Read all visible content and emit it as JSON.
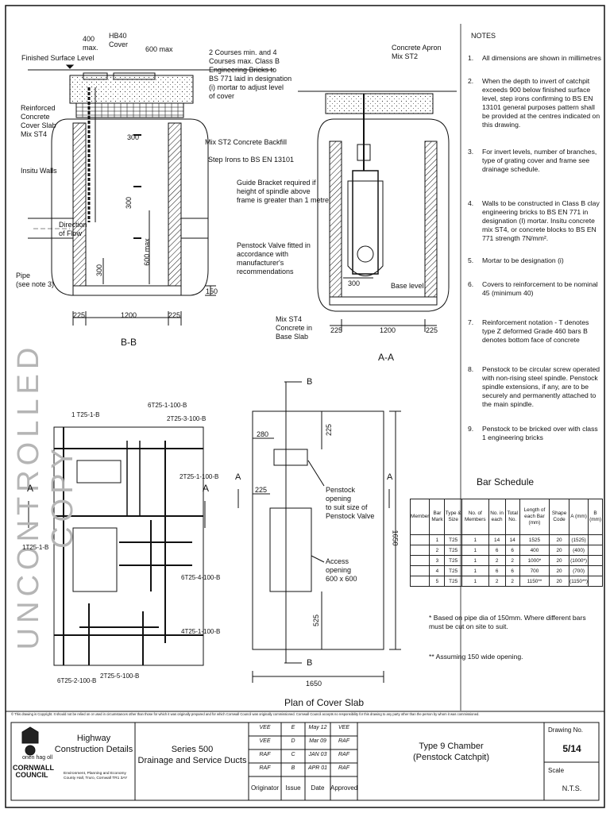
{
  "watermark": "UNCONTROLLED COPY",
  "section_bb": {
    "title": "B-B",
    "labels": {
      "finished_surface": "Finished Surface Level",
      "dim_400": "400\nmax.",
      "hb40": "HB40\nCover",
      "dim_600max_top": "600 max",
      "courses": "2 Courses min. and 4\nCourses max. Class B\nEngineering Bricks to\nBS 771 laid in designation\n(i) mortar to adjust level\nof cover",
      "cover_slab": "Reinforced\nConcrete\nCover Slab\nMix ST4",
      "insitu_walls": "Insitu Walls",
      "backfill": "Mix ST2 Concrete Backfill",
      "step_irons": "Step Irons to BS EN 13101",
      "direction": "Direction\nof Flow",
      "pipe": "Pipe\n(see note 3)",
      "dim_300a": "300",
      "dim_300b": "300",
      "dim_300c": "300",
      "dim_600max": "600 max",
      "dim_150": "150",
      "dim_225a": "225",
      "dim_1200": "1200",
      "dim_225b": "225"
    }
  },
  "section_aa": {
    "title": "A-A",
    "labels": {
      "apron": "Concrete Apron\nMix ST2",
      "guide": "Guide Bracket required if\nheight of spindle above\nframe is greater than 1 metre",
      "penstock": "Penstock Valve fitted in\naccordance with\nmanufacturer's\nrecommendations",
      "base": "Mix ST4\nConcrete in\nBase Slab",
      "dim_300": "300",
      "base_level": "Base level",
      "dim_225a": "225",
      "dim_1200": "1200",
      "dim_225b": "225"
    }
  },
  "reinforcement": {
    "labels": {
      "r1": "1 T25-1-B",
      "r2": "6T25-1-100-B",
      "r3": "2T25-3-100-B",
      "r4": "2T25-1-100-B",
      "r5": "1T25-1-B",
      "r6": "6T25-4-100-B",
      "r7": "4T25-1-100-B",
      "r8": "6T25-2-100-B",
      "r9": "2T25-5-100-B",
      "a_left": "A",
      "a_right": "A"
    }
  },
  "plan": {
    "title": "Plan of Cover Slab",
    "labels": {
      "b_top": "B",
      "b_bottom": "B",
      "a_left": "A",
      "a_right": "A",
      "dim_280": "280",
      "dim_225v": "225",
      "dim_225h": "225",
      "penstock_opening": "Penstock\nopening\nto suit size of\nPenstock Valve",
      "access": "Access\nopening\n600 x 600",
      "dim_525": "525",
      "dim_1650v": "1650",
      "dim_1650h": "1650"
    }
  },
  "notes": {
    "heading": "NOTES",
    "items": [
      {
        "n": "1.",
        "text": "All dimensions are shown in millimetres"
      },
      {
        "n": "2.",
        "text": "When the depth to invert of catchpit exceeds 900 below finished surface  level, step irons confirming to BS EN 13101 general purposes pattern shall be provided at the centres indicated on this drawing."
      },
      {
        "n": "3.",
        "text": "For invert levels, number of branches, type of grating cover and frame see drainage schedule."
      },
      {
        "n": "4.",
        "text": "Walls to be constructed in Class B clay engineering bricks to BS EN 771 in designation (I) mortar. Insitu concrete mix ST4, or concrete blocks to BS EN 771 strength 7N/mm²."
      },
      {
        "n": "5.",
        "text": "Mortar to be designation (i)"
      },
      {
        "n": "6.",
        "text": "Covers to reinforcement to be nominal 45 (minimum 40)"
      },
      {
        "n": "7.",
        "text": "Reinforcement notation -\nT denotes type Z deformed Grade 460 bars\nB denotes bottom face of concrete"
      },
      {
        "n": "8.",
        "text": "Penstock to be circular screw operated with non-rising steel spindle. Penstock spindle extensions, if any, are to be securely and permanently attached to the main spindle."
      },
      {
        "n": "9.",
        "text": "Penstock to be bricked over with class 1 engineering bricks"
      }
    ]
  },
  "bar_schedule": {
    "title": "Bar Schedule",
    "headers": [
      "Member",
      "Bar Mark",
      "Type & Size",
      "No. of Members",
      "No. in each",
      "Total No.",
      "Length of each Bar (mm)",
      "Shape Code",
      "A (mm)",
      "B (mm)"
    ],
    "rows": [
      [
        "",
        "1",
        "T25",
        "1",
        "14",
        "14",
        "1525",
        "20",
        "(1525)",
        ""
      ],
      [
        "",
        "2",
        "T25",
        "1",
        "6",
        "6",
        "400",
        "20",
        "(400)",
        ""
      ],
      [
        "",
        "3",
        "T25",
        "1",
        "2",
        "2",
        "1000*",
        "20",
        "(1000*)",
        ""
      ],
      [
        "",
        "4",
        "T25",
        "1",
        "6",
        "6",
        "700",
        "20",
        "(700)",
        ""
      ],
      [
        "",
        "5",
        "T25",
        "1",
        "2",
        "2",
        "1150**",
        "20",
        "(1150**)",
        ""
      ]
    ],
    "footnote1": "* Based on pipe dia of 150mm. Where different bars must be cut on site to suit.",
    "footnote2": "** Assuming 150 wide opening."
  },
  "copyright": "© This drawing is Copyright. It should not be relied on or used in circumstances other than those for which it was originally prepared and for which Cornwall Council was originally commissioned. Cornwall Council accepts no responsibility for this drawing to any party other than the person by whom it was commissioned.",
  "title_block": {
    "council": "CORNWALL\nCOUNCIL",
    "council_small": "onen hag oll",
    "hcd": "Highway\nConstruction Details",
    "address": "Environment, Planning and Economy\nCounty Hall, Truro, Cornwall TR1 3AY",
    "series": "Series 500\nDrainage and Service Ducts",
    "revisions": [
      [
        "VEE",
        "E",
        "May 12",
        "VEE"
      ],
      [
        "VEE",
        "D",
        "Mar 09",
        "RAF"
      ],
      [
        "RAF",
        "C",
        "JAN 03",
        "RAF"
      ],
      [
        "RAF",
        "B",
        "APR 01",
        "RAF"
      ]
    ],
    "rev_headers": [
      "Originator",
      "Issue",
      "Date",
      "Approved"
    ],
    "drawing_title": "Type 9 Chamber\n(Penstock Catchpit)",
    "drawing_no_label": "Drawing No.",
    "drawing_no": "5/14",
    "scale_label": "Scale",
    "scale": "N.T.S."
  },
  "colors": {
    "line": "#111111",
    "watermark": "#b5b5b5"
  }
}
